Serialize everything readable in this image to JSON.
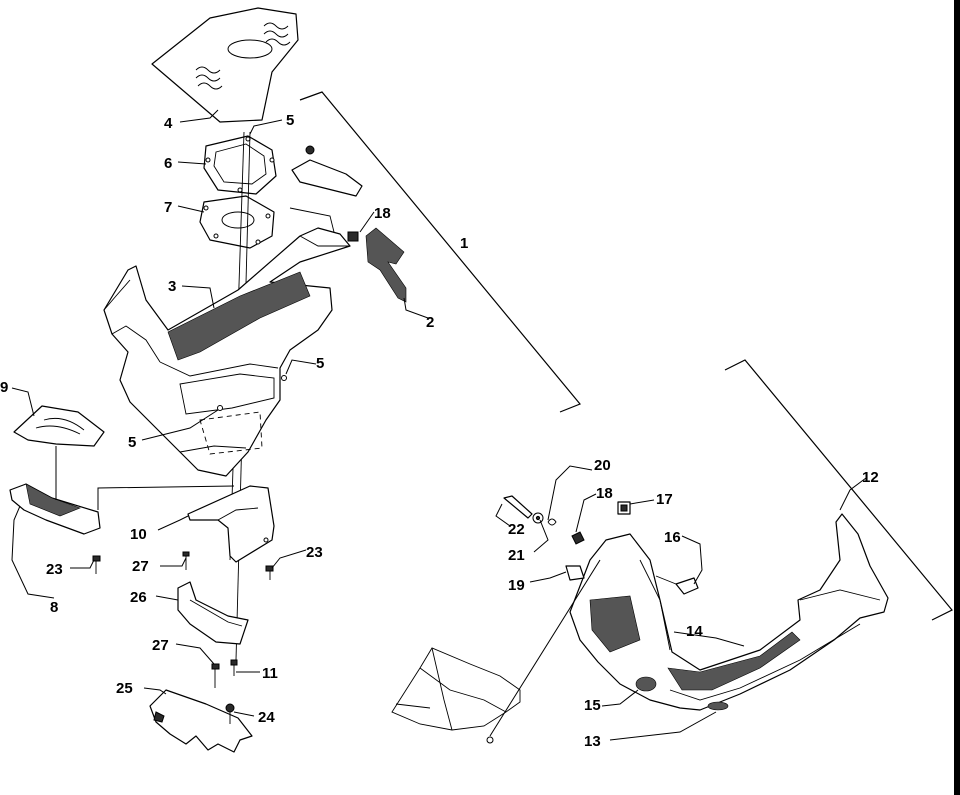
{
  "diagram": {
    "callouts": [
      {
        "id": "1",
        "text": "1"
      },
      {
        "id": "2",
        "text": "2"
      },
      {
        "id": "3",
        "text": "3"
      },
      {
        "id": "4",
        "text": "4"
      },
      {
        "id": "5a",
        "text": "5"
      },
      {
        "id": "5b",
        "text": "5"
      },
      {
        "id": "5c",
        "text": "5"
      },
      {
        "id": "6",
        "text": "6"
      },
      {
        "id": "7",
        "text": "7"
      },
      {
        "id": "8",
        "text": "8"
      },
      {
        "id": "9",
        "text": "9"
      },
      {
        "id": "10",
        "text": "10"
      },
      {
        "id": "11",
        "text": "11"
      },
      {
        "id": "12",
        "text": "12"
      },
      {
        "id": "13",
        "text": "13"
      },
      {
        "id": "14",
        "text": "14"
      },
      {
        "id": "15",
        "text": "15"
      },
      {
        "id": "16",
        "text": "16"
      },
      {
        "id": "17",
        "text": "17"
      },
      {
        "id": "18a",
        "text": "18"
      },
      {
        "id": "18b",
        "text": "18"
      },
      {
        "id": "19",
        "text": "19"
      },
      {
        "id": "20",
        "text": "20"
      },
      {
        "id": "21",
        "text": "21"
      },
      {
        "id": "22",
        "text": "22"
      },
      {
        "id": "23a",
        "text": "23"
      },
      {
        "id": "23b",
        "text": "23"
      },
      {
        "id": "24",
        "text": "24"
      },
      {
        "id": "25",
        "text": "25"
      },
      {
        "id": "26",
        "text": "26"
      },
      {
        "id": "27a",
        "text": "27"
      },
      {
        "id": "27b",
        "text": "27"
      }
    ]
  }
}
